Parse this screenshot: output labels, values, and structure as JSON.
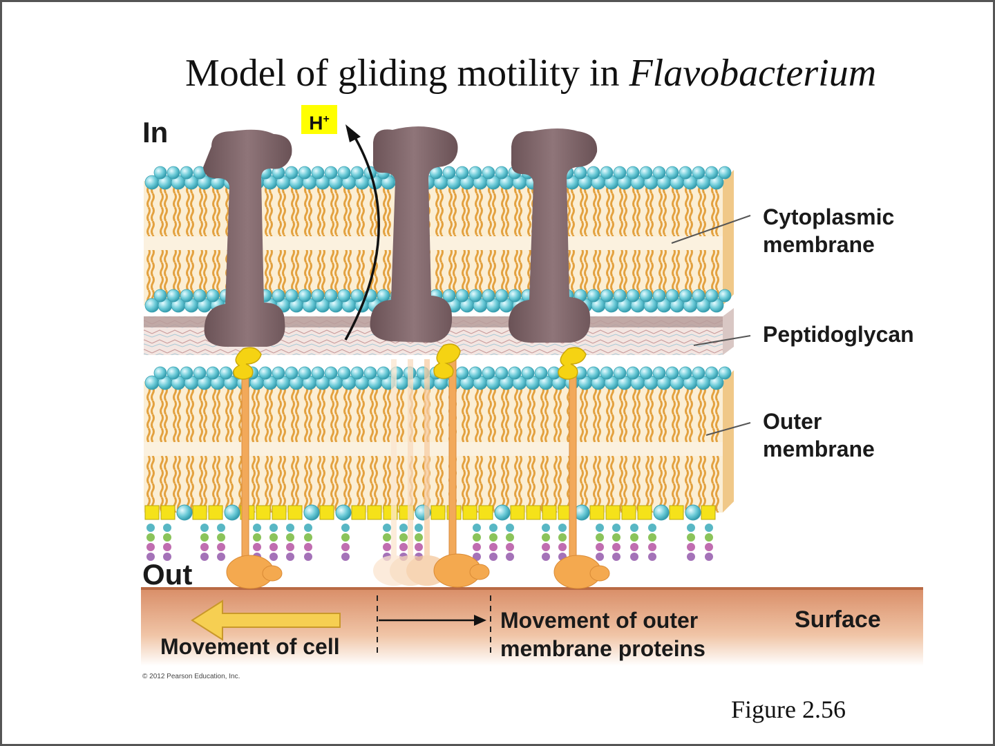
{
  "title": {
    "prefix": "Model of gliding motility in ",
    "italic": "Flavobacterium"
  },
  "labels": {
    "in": "In",
    "out": "Out",
    "proton": "H",
    "proton_sup": "+",
    "cytoplasmic_line1": "Cytoplasmic",
    "cytoplasmic_line2": "membrane",
    "peptidoglycan": "Peptidoglycan",
    "outer_line1": "Outer",
    "outer_line2": "membrane",
    "surface": "Surface",
    "movement_cell": "Movement of cell",
    "movement_proteins_line1": "Movement of outer",
    "movement_proteins_line2": "membrane proteins"
  },
  "copyright": "© 2012 Pearson Education, Inc.",
  "figure_number": "Figure 2.56",
  "colors": {
    "lipid_head": "#5fc3d0",
    "lipid_tail": "#e8a94a",
    "motor_protein": "#7d6468",
    "adhesin": "#f2a95a",
    "connector": "#f2d21a",
    "surface": "#e0a07a",
    "proton_box": "#ffff00",
    "arrow_cell": "#f6cf52"
  }
}
